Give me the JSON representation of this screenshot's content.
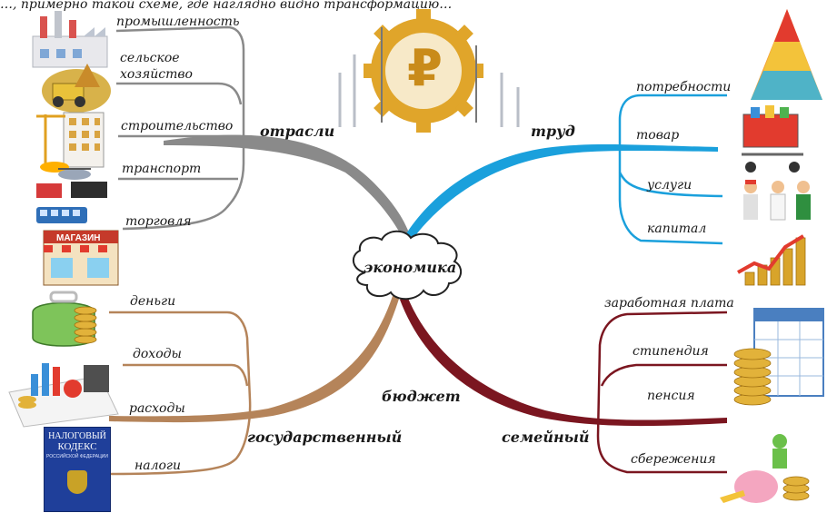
{
  "top_text": "…, примерно такой схеме, где наглядно видно трансформацию…",
  "center": {
    "label": "экономика"
  },
  "branches": {
    "industries": {
      "label": "отрасли",
      "color": "#8a8a8a",
      "items": [
        "промышленность",
        "сельское",
        "хозяйство",
        "строительство",
        "транспорт",
        "торговля"
      ]
    },
    "labor": {
      "label": "труд",
      "color": "#1aa0dc",
      "items": [
        "потребности",
        "товар",
        "услуги",
        "капитал"
      ]
    },
    "budget": {
      "label": "бюджет",
      "color": "#b5845a",
      "sub_label": "государственный",
      "items": [
        "деньги",
        "доходы",
        "расходы",
        "налоги"
      ]
    },
    "family": {
      "label": "семейный",
      "color": "#7b1620",
      "items": [
        "заработная плата",
        "стипендия",
        "пенсия",
        "сбережения"
      ]
    }
  },
  "pictures": {
    "store_sign": "МАГАЗИН",
    "tax_book_title_1": "НАЛОГОВЫЙ",
    "tax_book_title_2": "КОДЕКС",
    "tax_book_sub": "РОССИЙСКОЙ ФЕДЕРАЦИИ",
    "ruble_symbol": "₽"
  }
}
